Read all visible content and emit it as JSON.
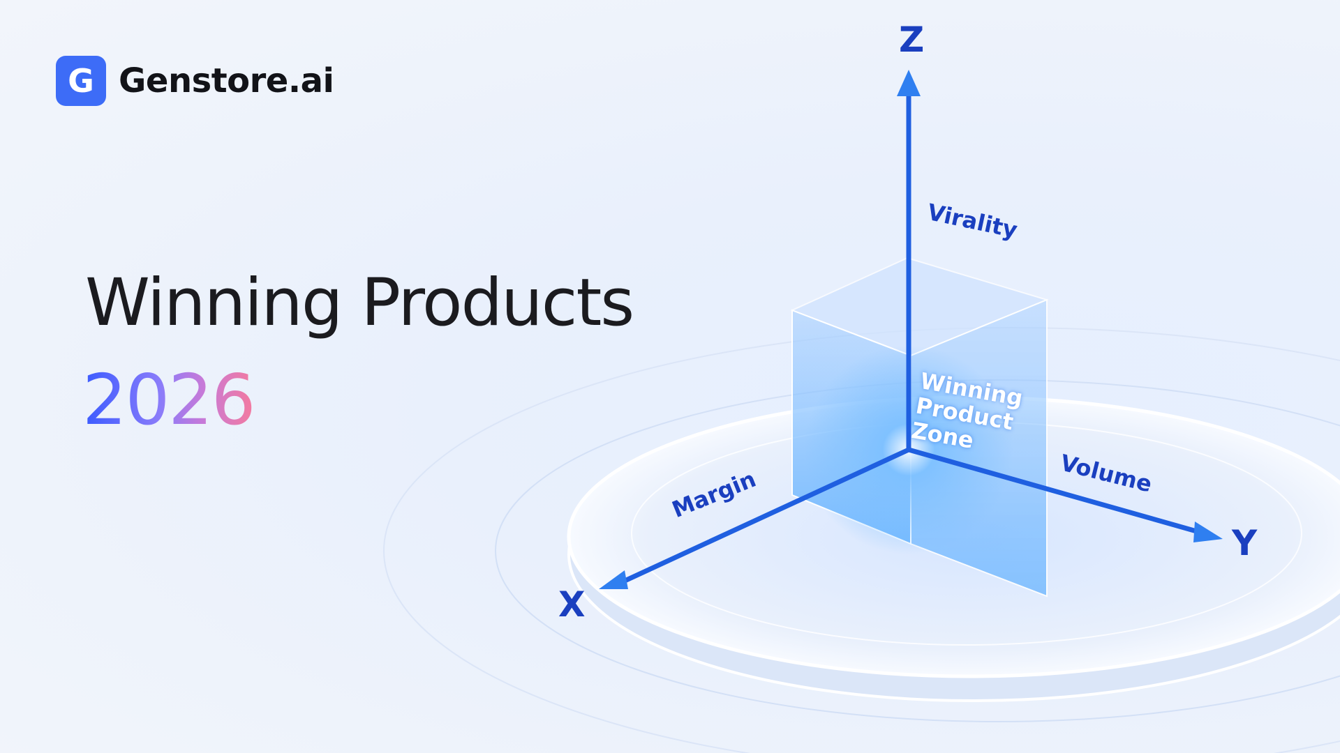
{
  "brand": {
    "name": "Genstore.ai",
    "logo_glyph": "G",
    "accent": "#3d6cf7"
  },
  "hero": {
    "title": "Winning Products",
    "year": "2026",
    "year_gradient": [
      "#3a5bff",
      "#8a7cfa",
      "#f47a9e"
    ]
  },
  "diagram": {
    "axes": [
      {
        "axis": "X",
        "label": "Margin"
      },
      {
        "axis": "Y",
        "label": "Volume"
      },
      {
        "axis": "Z",
        "label": "Virality"
      }
    ],
    "zone_label": [
      "Winning",
      "Product",
      "Zone"
    ],
    "label_color": "#1a3fbf"
  }
}
